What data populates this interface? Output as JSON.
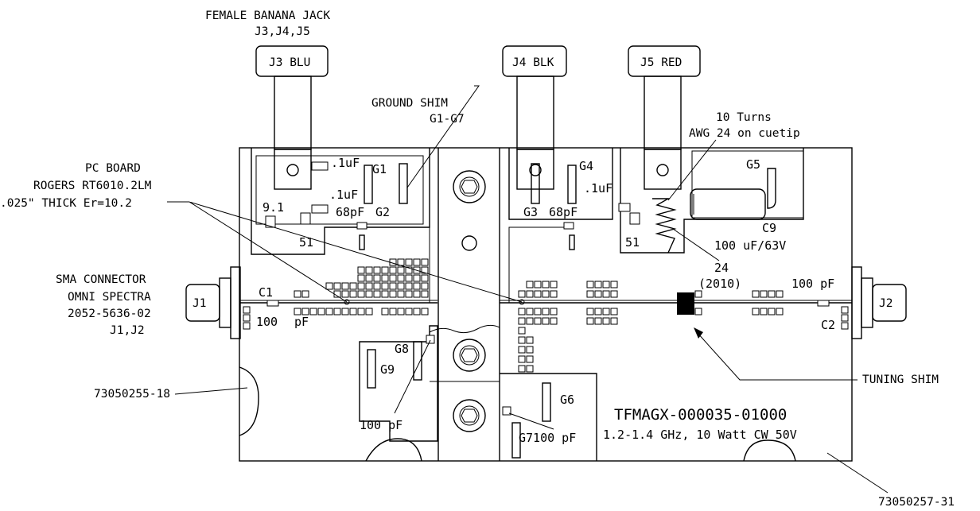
{
  "labels": {
    "banana_title": "FEMALE BANANA JACK",
    "banana_refs": "J3,J4,J5",
    "j3": "J3 BLU",
    "j4": "J4 BLK",
    "j5": "J5 RED",
    "ground_shim_1": "GROUND SHIM",
    "ground_shim_2": "G1-G7",
    "coil_1": "10 Turns",
    "coil_2": "AWG 24 on cuetip",
    "pcb_1": "PC BOARD",
    "pcb_2": "ROGERS RT6010.2LM",
    "pcb_3": ".025\" THICK Er=10.2",
    "sma_1": "SMA CONNECTOR",
    "sma_2": "OMNI SPECTRA",
    "sma_3": "2052-5636-02",
    "sma_4": "J1,J2",
    "j1": "J1",
    "j2": "J2",
    "c1": "C1",
    "c1_val_a": "100",
    "c1_val_b": "pF",
    "c2": "C2",
    "c2_val": "100 pF",
    "g1": "G1",
    "g2": "G2",
    "g3": "G3",
    "g4": "G4",
    "g5": "G5",
    "g6": "G6",
    "g7_val": "G7100 pF",
    "g8": "G8",
    "g9": "G9",
    "cap_01_a": ".1uF",
    "cap_01_b": ".1uF",
    "cap_01_c": ".1uF",
    "cap_68_a": "68pF",
    "cap_68_b": "68pF",
    "r91": "9.1",
    "r51_a": "51",
    "r51_b": "51",
    "c9": "C9",
    "c9_val": "100 uF/63V",
    "r24_a": "24",
    "r24_b": "(2010)",
    "cap_100_g8": "100 pF",
    "tuning_shim": "TUNING SHIM",
    "part_18": "73050255-18",
    "part_31": "73050257-31",
    "model": "TFMAGX-000035-01000",
    "spec": "1.2-1.4 GHz, 10 Watt CW 50V"
  }
}
